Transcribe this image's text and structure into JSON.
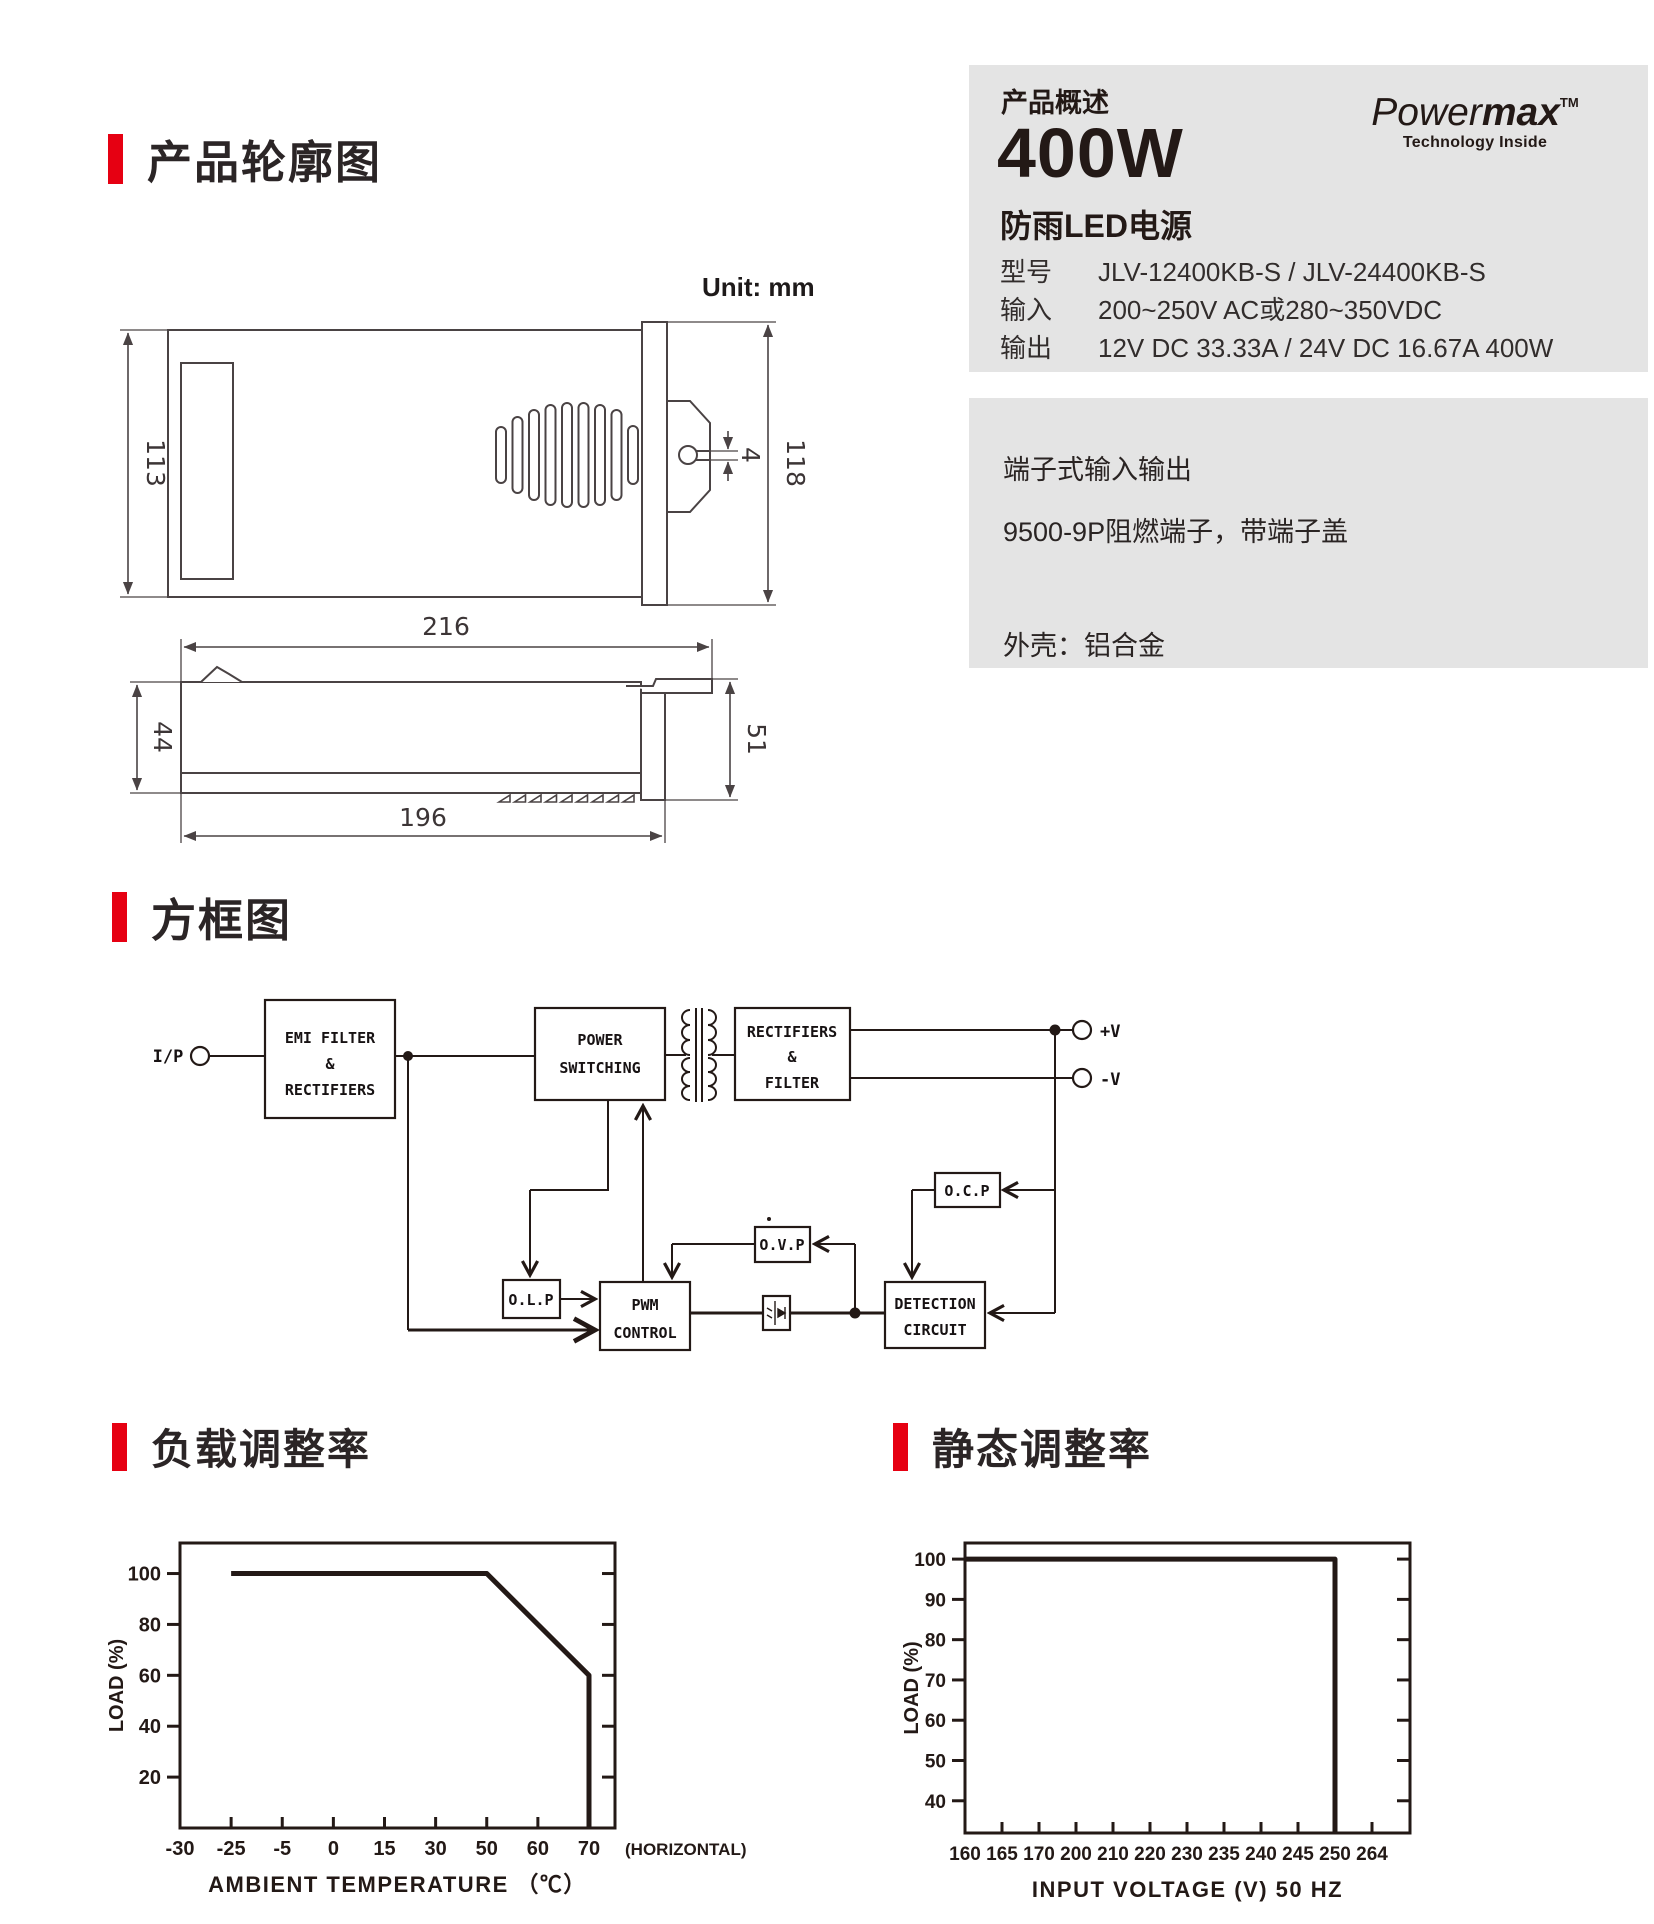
{
  "page": {
    "accent": "#e60012",
    "ink": "#231916",
    "panel_bg": "#e4e4e4",
    "drawing_line": "#4a4344"
  },
  "sections": {
    "outline": "产品轮廓图",
    "block_diagram": "方框图",
    "load_regulation": "负载调整率",
    "static_regulation": "静态调整率"
  },
  "overview": {
    "label": "产品概述",
    "wattage": "400W",
    "product_type": "防雨LED电源",
    "logo": {
      "brand_light": "Power",
      "brand_bold": "max",
      "tm": "TM",
      "tagline": "Technology Inside"
    },
    "specs": [
      {
        "label": "型号",
        "value": "JLV-12400KB-S / JLV-24400KB-S"
      },
      {
        "label": "输入",
        "value": "200~250V AC或280~350VDC"
      },
      {
        "label": "输出",
        "value": "12V DC 33.33A  / 24V DC 16.67A 400W"
      }
    ]
  },
  "features": {
    "io": "端子式输入输出",
    "terminal": "9500-9P阻燃端子，带端子盖",
    "housing": "外壳：铝合金"
  },
  "outline_drawing": {
    "unit": "Unit: mm",
    "dims": {
      "height_body": "113",
      "height_total": "118",
      "slot": "4",
      "length_total": "216",
      "depth": "44",
      "depth_total": "51",
      "length_body": "196"
    }
  },
  "block_diagram": {
    "input_label": "I/P",
    "output_pos": "+V",
    "output_neg": "-V",
    "blocks": {
      "emi": [
        "EMI FILTER",
        "&",
        "RECTIFIERS"
      ],
      "power": [
        "POWER",
        "SWITCHING"
      ],
      "rect": [
        "RECTIFIERS",
        "&",
        "FILTER"
      ],
      "ocp": "O.C.P",
      "ovp": "O.V.P",
      "olp": "O.L.P",
      "pwm": [
        "PWM",
        "CONTROL"
      ],
      "detection": [
        "DETECTION",
        "CIRCUIT"
      ]
    }
  },
  "chart_data": [
    {
      "type": "line",
      "title": "负载调整率",
      "xlabel": "AMBIENT TEMPERATURE （℃）",
      "ylabel": "LOAD (%)",
      "categories": [
        -30,
        -25,
        -5,
        0,
        15,
        30,
        50,
        60,
        70
      ],
      "x_tick_labels": [
        "-30",
        "-25",
        "-5",
        "0",
        "15",
        "30",
        "50",
        "60",
        "70"
      ],
      "x_note": "(HORIZONTAL)",
      "y_ticks": [
        20,
        40,
        60,
        80,
        100
      ],
      "ylim": [
        0,
        112
      ],
      "grid": false,
      "legend": false,
      "series": [
        {
          "name": "load-vs-ambient-temperature",
          "points": [
            [
              -25,
              100
            ],
            [
              50,
              100
            ],
            [
              70,
              60
            ],
            [
              70,
              0
            ]
          ]
        }
      ]
    },
    {
      "type": "line",
      "title": "静态调整率",
      "xlabel": "INPUT VOLTAGE (V) 50 HZ",
      "ylabel": "LOAD (%)",
      "categories": [
        160,
        165,
        170,
        200,
        210,
        220,
        230,
        235,
        240,
        245,
        250,
        264
      ],
      "x_tick_labels": [
        "160",
        "165",
        "170",
        "200",
        "210",
        "220",
        "230",
        "235",
        "240",
        "245",
        "250",
        "264"
      ],
      "y_ticks": [
        40,
        50,
        60,
        70,
        80,
        90,
        100
      ],
      "ylim": [
        32,
        104
      ],
      "grid": false,
      "legend": false,
      "series": [
        {
          "name": "load-vs-input-voltage",
          "points": [
            [
              160,
              100
            ],
            [
              250,
              100
            ],
            [
              250,
              32
            ]
          ]
        }
      ]
    }
  ]
}
